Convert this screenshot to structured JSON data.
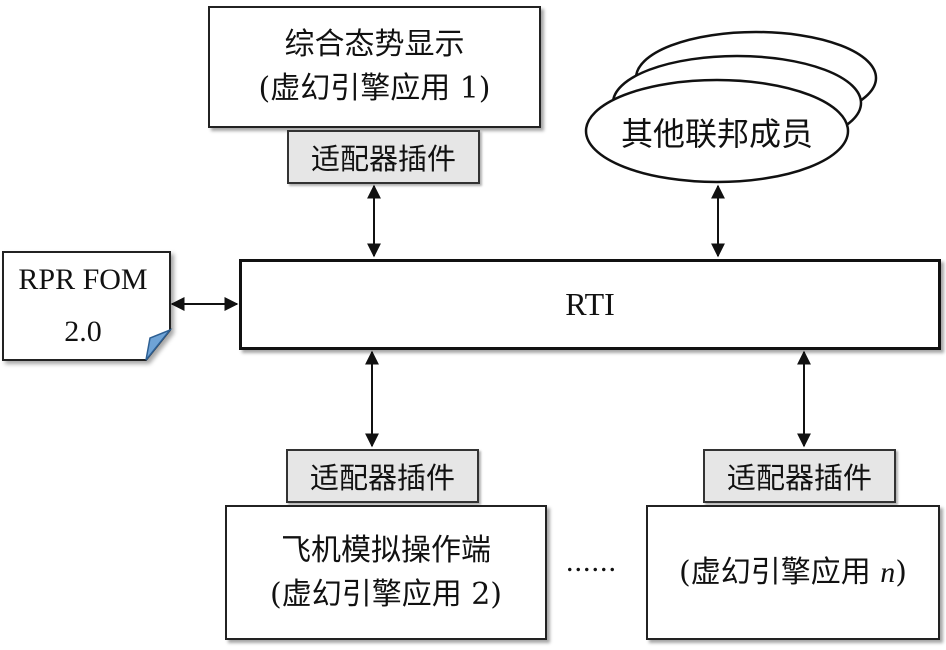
{
  "situation_display": {
    "title": "综合态势显示",
    "subtitle": "(虚幻引擎应用 1)"
  },
  "flight_sim": {
    "title": "飞机模拟操作端",
    "subtitle": "(虚幻引擎应用 2)"
  },
  "app_n": {
    "label_prefix": "(虚幻引擎应用 ",
    "label_var": "n",
    "label_suffix": ")"
  },
  "plugin_label": "适配器插件",
  "rti_label": "RTI",
  "fom": {
    "line1": "RPR FOM",
    "line2": "2.0"
  },
  "other_members": "其他联邦成员",
  "ellipsis": "......"
}
